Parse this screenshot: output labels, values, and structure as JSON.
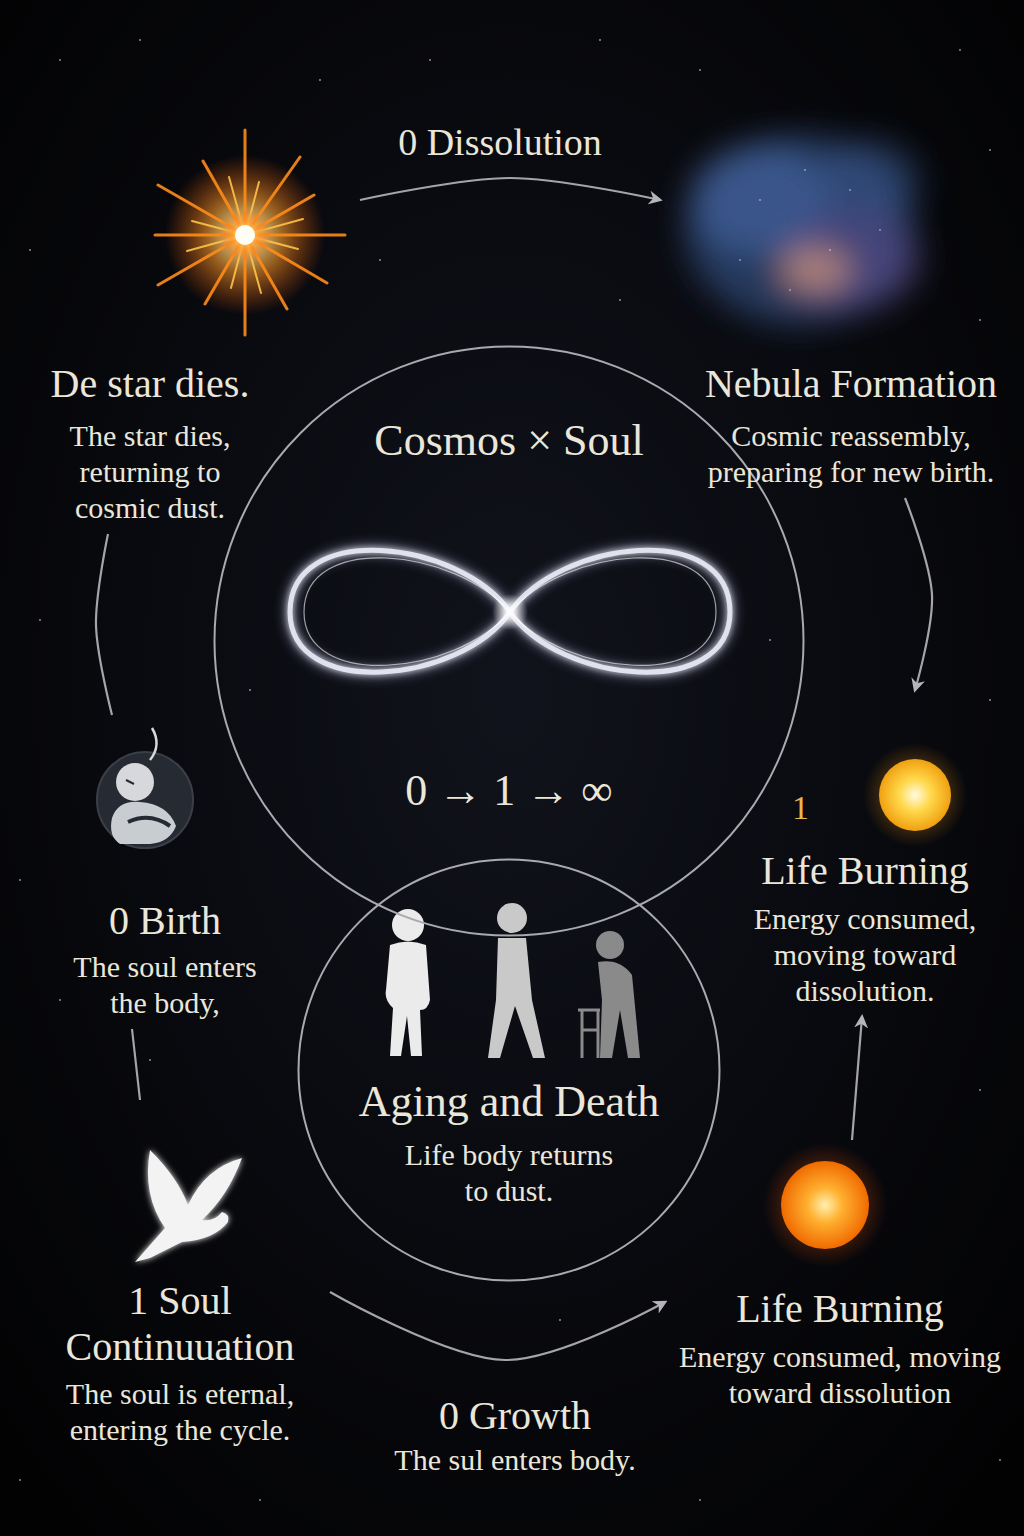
{
  "diagram": {
    "nodes": [
      {
        "text": [
          "De star dies.",
          "The star dies, returning to cosmic dust."
        ]
      },
      {
        "text": [
          "Nebula Formation",
          "Cosmic reassembly, preparing for new birth."
        ]
      },
      {
        "text": [
          "Cosmos × Soul",
          "0 → 1 → ∞"
        ]
      },
      {
        "text": [
          "1",
          "Life Burning",
          "Energy consumed, moving toward dissolution."
        ]
      },
      {
        "text": [
          "0 Birth",
          "The soul enters the body,"
        ]
      },
      {
        "text": [
          "Aging and Death",
          "Life body returns to dust."
        ]
      },
      {
        "text": [
          "1 Soul Continuuation",
          "The soul is eternal, entering the cycle."
        ]
      },
      {
        "text": [
          "0 Growth",
          "The sul enters body."
        ]
      },
      {
        "text": [
          "Life Burning",
          "Energy consumed, moving toward dissolution"
        ]
      }
    ],
    "edges": [
      {
        "from": 0,
        "to": 1,
        "label": "0 Dissolution",
        "arrow": "to"
      },
      {
        "from": 1,
        "to": 3,
        "arrow": "to"
      },
      {
        "from": 8,
        "to": 3,
        "arrow": "to"
      },
      {
        "from": 0,
        "to": 4,
        "arrow": "none"
      },
      {
        "from": 4,
        "to": 6,
        "arrow": "none"
      },
      {
        "from": 6,
        "to": 8,
        "arrow": "to"
      }
    ]
  }
}
